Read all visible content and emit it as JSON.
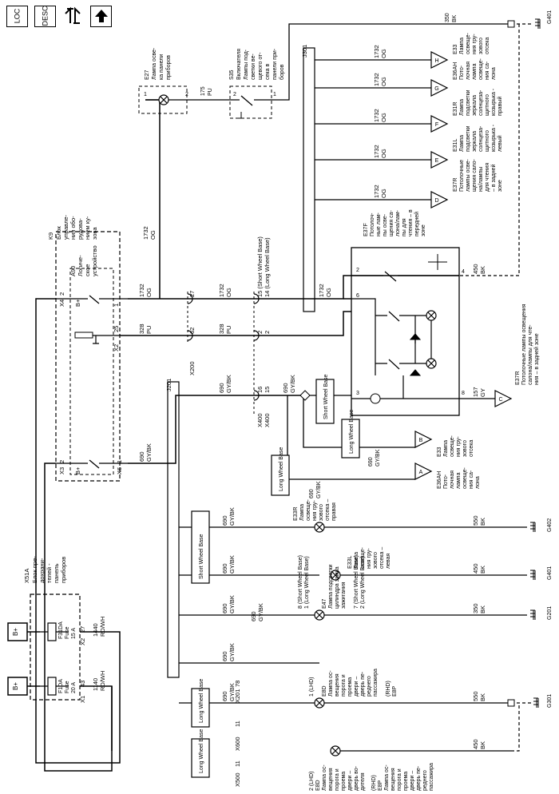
{
  "toolbar": {
    "buttons": [
      {
        "id": "loc",
        "label": "LOC"
      },
      {
        "id": "desc",
        "label": "DESC"
      },
      {
        "id": "connector",
        "label": ""
      },
      {
        "id": "up",
        "label": ""
      }
    ]
  },
  "supply": {
    "bplus_1": "B+",
    "bplus_2": "B+",
    "fuse_block_ref": "X51A",
    "fuse_block_desc": [
      "Блок пре-",
      "дохрани-",
      "телей -",
      "панель",
      "приборов"
    ],
    "fuse_1": {
      "ref": "F1DA",
      "type": "Fuse",
      "rating": "20 A",
      "conn": "X1",
      "pin": "43",
      "wire": "1140",
      "color": "RD/WH"
    },
    "fuse_2": {
      "ref": "F31DA",
      "type": "Fuse",
      "rating": "15 A",
      "conn": "X2",
      "pin": "27",
      "wire": "1440",
      "color": "RD/WH"
    }
  },
  "module": {
    "ref": "K9",
    "desc": [
      "Блок",
      "управле-",
      "ния обо-",
      "рудова-",
      "нием ку-",
      "зова"
    ],
    "a90_ref": "A90",
    "a90_desc": [
      "Логиче-",
      "ское",
      "устройство"
    ],
    "bplus_a": "B+",
    "bplus_b": "B+",
    "x4": "X4",
    "x4_pin": "2",
    "x3": "X3",
    "x3_pin": "2",
    "x2": "X2",
    "x2_pin_a": "1",
    "x2_pin_b": "25",
    "x6": "X6",
    "x6_pin": "1"
  },
  "wires": {
    "w1732": "1732",
    "og": "OG",
    "w328": "328",
    "pu": "PU",
    "w690": "690",
    "gybk": "GY/BK",
    "w175": "175",
    "w157": "157",
    "gy": "GY",
    "w450": "450",
    "bk": "BK",
    "w550": "550",
    "w350": "350"
  },
  "connectors": {
    "x200": "X200",
    "x200_pin27": "27",
    "x200_pin62": "62",
    "x400a": "X400",
    "x400b": "X400",
    "x400_pin16": "16",
    "x400_pin15": "15",
    "pin15_short": "15 (Short Wheel Base)",
    "pin14_long": "14 (Long Wheel Base)",
    "pin2a": "2",
    "pin2b": "2",
    "x201": "X201",
    "x201_pin": "78",
    "x600": "X600",
    "x600_pin": "11",
    "x500": "X500",
    "x500_pin": "11",
    "pin6": "6",
    "pin2": "2",
    "pin3": "3",
    "pin8": "8",
    "pin4": "4",
    "pin1": "1",
    "pin2s": "2"
  },
  "splices": {
    "j201": "J201",
    "j301": "J301"
  },
  "variants": {
    "short": "Short Wheel Base",
    "long": "Long Wheel Base",
    "e47_a": "8 (Short Wheel Base)",
    "e47_b": "1 (Long Wheel Base)",
    "e47_c": "7 (Short Wheel Base)",
    "e47_d": "2 (Long Wheel Base)",
    "lhd_1": "1 (LHD)",
    "lhd_2": "2 (LHD)",
    "rhd_1": "(RHD)",
    "rhd_2": "(RHD)"
  },
  "components": {
    "e27": {
      "ref": "E27",
      "desc": [
        "Лампа осве-",
        "ка панели",
        "приборов"
      ]
    },
    "s35": {
      "ref": "S35",
      "desc": [
        "Включателя",
        "Лампы под-",
        "светки ве-",
        "щевого от-",
        "сека в",
        "панели при-",
        "боров"
      ]
    },
    "e37f": {
      "ref": "E37F",
      "desc": [
        "Потолоч-",
        "ные лам-",
        "пы осве-",
        "щения са-",
        "лона/лам-",
        "пы для",
        "чтения – в",
        "передней",
        "зоне"
      ]
    },
    "e37r": {
      "ref": "E37R",
      "desc": [
        "Потолочные лампы освещения",
        "салона/лампы для чте-",
        "ния – в задней зоне"
      ]
    },
    "e37r_conn": {
      "ref": "E37R",
      "desc": [
        "Потолочные",
        "лампы осве-",
        "щения сало-",
        "на/лампы",
        "для чтения",
        "– в задней",
        "зоне"
      ]
    },
    "e31l": {
      "ref": "E31L",
      "desc": [
        "Лампа",
        "подсветки",
        "зеркала",
        "солнцеза-",
        "щитного",
        "козырька -",
        "левый"
      ]
    },
    "e31r": {
      "ref": "E31R",
      "desc": [
        "Лампа",
        "подсветки",
        "зеркала",
        "солнцеза-",
        "щитного",
        "козырька -",
        "правый"
      ]
    },
    "e36ah": {
      "ref": "E36AH",
      "desc": [
        "Пото-",
        "лочная",
        "лампа",
        "освеще-",
        "ния са-",
        "лона"
      ]
    },
    "e33": {
      "ref": "E33",
      "desc": [
        "Лампа",
        "освеще-",
        "ния гру-",
        "зового",
        "отсека"
      ]
    },
    "e33_b": {
      "ref": "E33",
      "desc": [
        "Лампа",
        "освеще-",
        "ния гру-",
        "зового",
        "отсека"
      ]
    },
    "e36ah_b": {
      "ref": "E36AH",
      "desc": [
        "Пото-",
        "лочная",
        "лампа",
        "освеще-",
        "ния са-",
        "лона"
      ]
    },
    "e33r": {
      "ref": "E33R",
      "desc": [
        "Лампа",
        "освеще-",
        "ния гру-",
        "зового",
        "отсека –",
        "правая"
      ]
    },
    "e33l": {
      "ref": "E33L",
      "desc": [
        "Лампа",
        "освеще-",
        "ния гру-",
        "зового",
        "отсека –",
        "левая"
      ]
    },
    "e47": {
      "ref": "E47",
      "desc": [
        "Лампа подсветки",
        "цилиндра замка",
        "зажигания"
      ]
    },
    "e8d": {
      "ref": "E8D",
      "desc": [
        "Лампа ос-",
        "вещения",
        "порога и",
        "проема",
        "двери –",
        "дверь пе-",
        "реднего",
        "пассажира"
      ]
    },
    "e8p": {
      "ref": "E8P",
      "desc": [
        "Лампа ос-",
        "вещения",
        "порога и",
        "проема",
        "двери –",
        "дверь во-",
        "дителя"
      ]
    },
    "e8d_rhd": {
      "ref": "E8D",
      "desc": [
        "Лампа ос-",
        "вещения",
        "порога и",
        "проема",
        "двери –",
        "дверь во-",
        "дителя"
      ]
    },
    "e8p_rhd": {
      "ref": "E8P",
      "desc": [
        "Лампа ос-",
        "вещения",
        "порога и",
        "проема",
        "двери –",
        "дверь пе-",
        "реднего",
        "пассажира"
      ]
    }
  },
  "grounds": {
    "g401": "G401",
    "g402": "G402",
    "g401b": "G401",
    "g201": "G201",
    "g301": "G301"
  },
  "offpage": {
    "h": "H",
    "g": "G",
    "f": "F",
    "e": "E",
    "d": "D",
    "c": "C",
    "b": "B",
    "a": "A"
  }
}
